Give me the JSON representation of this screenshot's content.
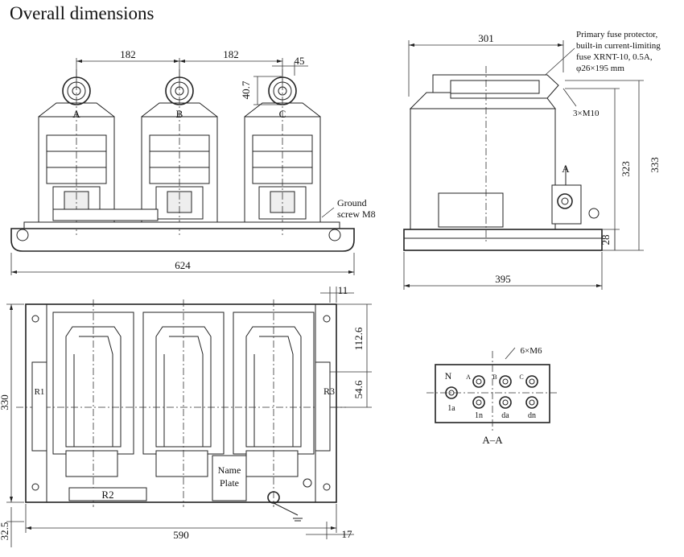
{
  "title": "Overall dimensions",
  "front_view": {
    "dims": {
      "spacing_1": "182",
      "spacing_2": "182",
      "offset": "45",
      "height": "40.7",
      "width": "624"
    },
    "phases": [
      "A",
      "B",
      "C"
    ],
    "ground_note": [
      "Ground",
      "screw M8"
    ]
  },
  "side_view": {
    "dims": {
      "top_width": "301",
      "base_width": "395",
      "height_1": "323",
      "height_2": "333",
      "base_height": "28"
    },
    "fuse_note": [
      "Primary fuse protector,",
      "built-in current-limiting",
      "fuse XRNT-10, 0.5A,",
      "φ26×195 mm"
    ],
    "screw_note": "3×M10",
    "section_mark": "A"
  },
  "top_view": {
    "dims": {
      "width": "590",
      "depth": "330",
      "d_112": "112.6",
      "d_54": "54.6",
      "d_11": "11",
      "d_32": "32.5",
      "d_17": "17"
    },
    "labels": {
      "r1": "R1",
      "r2": "R2",
      "r3": "R3",
      "name_plate_1": "Name",
      "name_plate_2": "Plate"
    }
  },
  "section_view": {
    "title": "A–A",
    "screw_note": "6×M6",
    "top_labels": [
      "N",
      "A",
      "B",
      "C"
    ],
    "bottom_labels": [
      "1a",
      "1n",
      "da",
      "dn"
    ]
  }
}
